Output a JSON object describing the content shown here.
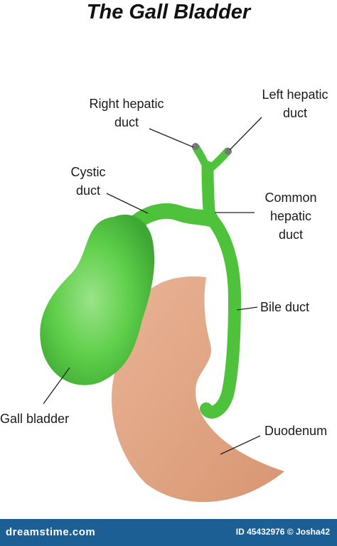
{
  "title": "The Gall Bladder",
  "labels": {
    "right_hepatic_duct": [
      "Right hepatic",
      "duct"
    ],
    "left_hepatic_duct": [
      "Left hepatic",
      "duct"
    ],
    "cystic_duct": [
      "Cystic",
      "duct"
    ],
    "common_hepatic_duct": [
      "Common",
      "hepatic",
      "duct"
    ],
    "bile_duct": "Bile duct",
    "gall_bladder": "Gall bladder",
    "duodenum": "Duodenum"
  },
  "colors": {
    "organ_green": "#5fcf4a",
    "organ_green_dark": "#3da336",
    "duodenum": "#dea07e",
    "footer": "#1b5f95"
  },
  "footer": {
    "brand": "dreamstime.com",
    "meta": "ID 45432976 © Josha42"
  }
}
